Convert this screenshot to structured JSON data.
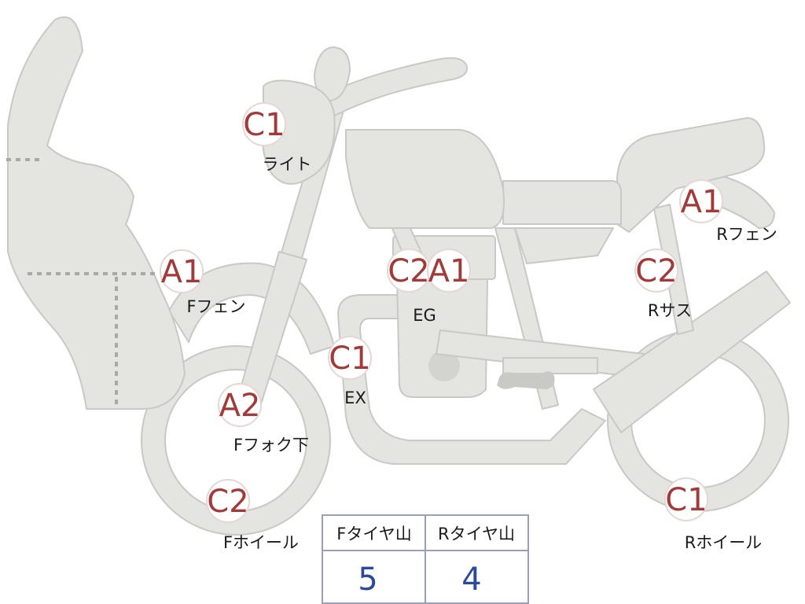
{
  "colors": {
    "body_fill": "#e4e4e1",
    "body_stroke": "#c8c8c4",
    "grade_text": "#a33a3a",
    "value_text": "#2a4a9a",
    "table_border": "#9a9fb8"
  },
  "markers": [
    {
      "grade": "C1",
      "part": "ライト"
    },
    {
      "grade": "A1",
      "part": "Fフェン"
    },
    {
      "grade": "C2",
      "part": ""
    },
    {
      "grade": "A1",
      "part": "EG"
    },
    {
      "grade": "C1",
      "part": "EX"
    },
    {
      "grade": "A2",
      "part": "Fフォク下"
    },
    {
      "grade": "C2",
      "part": "Fホイール"
    },
    {
      "grade": "A1",
      "part": "Rフェン"
    },
    {
      "grade": "C2",
      "part": "Rサス"
    },
    {
      "grade": "C1",
      "part": "Rホイール"
    }
  ],
  "tire_table": {
    "front_header": "Fタイヤ山",
    "rear_header": "Rタイヤ山",
    "front_value": "5",
    "rear_value": "4"
  }
}
